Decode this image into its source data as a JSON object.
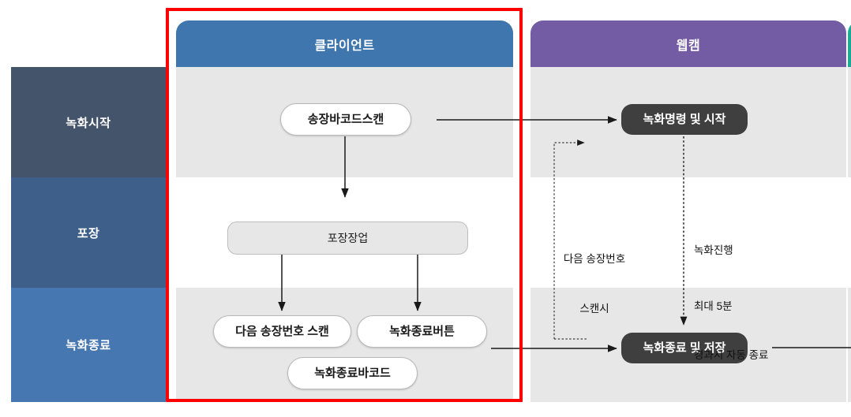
{
  "diagram": {
    "title_phases": [
      "녹화시작",
      "포장",
      "녹화종료"
    ],
    "lanes": [
      {
        "name": "클라이언트",
        "color": "#3f76ae"
      },
      {
        "name": "웹캠",
        "color": "#745ca4"
      },
      {
        "name": "",
        "color": "#1fa99b"
      }
    ],
    "phases": [
      {
        "label": "녹화시작",
        "color": "#44546a"
      },
      {
        "label": "포장",
        "color": "#3d5f8a"
      },
      {
        "label": "녹화종료",
        "color": "#4777b0"
      }
    ],
    "nodes": {
      "scan_invoice_barcode": "송장바코드스캔",
      "packing_work": "포장장업",
      "next_invoice_scan": "다음 송장번호 스캔",
      "record_stop_button": "녹화종료버튼",
      "record_stop_barcode": "녹화종료바코드",
      "record_command_start": "녹화명령 및 시작",
      "record_stop_save": "녹화종료 및 저장"
    },
    "notes": {
      "next_invoice_line1": "다음 송장번호",
      "next_invoice_line2": "스캔시",
      "recording_line1": "녹화진행",
      "recording_line2": "최대 5분",
      "recording_line3": "경과시 자동 종료"
    },
    "highlight": {
      "color": "#ff0000",
      "target": "클라이언트"
    }
  }
}
